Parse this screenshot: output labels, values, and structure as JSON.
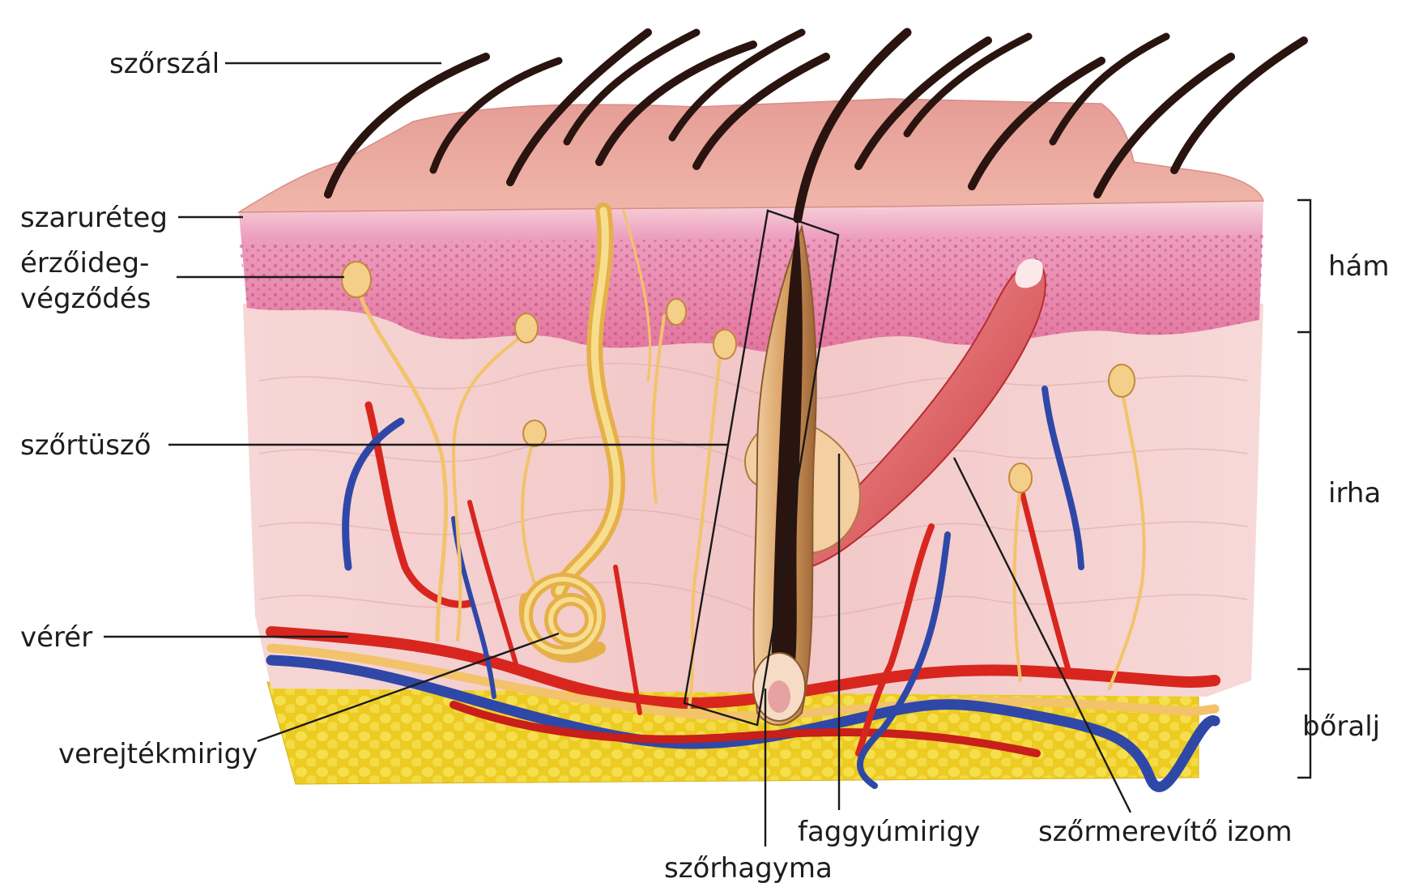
{
  "labels": {
    "hair_shaft": "szőrszál",
    "stratum_corneum": "szaruréteg",
    "nerve_ending_line1": "érzőideg-",
    "nerve_ending_line2": "végződés",
    "hair_follicle": "szőrtüsző",
    "blood_vessel": "vérér",
    "sweat_gland": "verejtékmirigy",
    "sebaceous_gland": "faggyúmirigy",
    "hair_bulb": "szőrhagyma",
    "arrector_muscle": "szőrmerevítő izom"
  },
  "layers": {
    "epidermis": "hám",
    "dermis": "irha",
    "hypodermis": "bőralj"
  },
  "colors": {
    "skin_surface": "#e8a39c",
    "epidermis": "#e98bb0",
    "dermis": "#f4cfcf",
    "fat": "#f1d43a",
    "artery": "#d8261f",
    "vein": "#2f48a8",
    "nerve": "#f2c36a",
    "hair": "#2a1410",
    "muscle": "#d9524e"
  }
}
